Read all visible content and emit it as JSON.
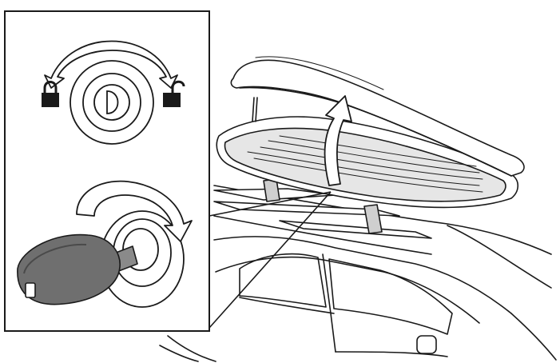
{
  "figure": {
    "inset_panel": {
      "top_detail": {
        "rotation_arrow_icon": "double-headed-arc-arrow",
        "locked_icon": "padlock-closed",
        "unlocked_icon": "padlock-open",
        "lock_cylinder_icon": "lock-cylinder"
      },
      "bottom_detail": {
        "key_icon": "car-key",
        "turn_arrow_icon": "curved-arrow-clockwise"
      }
    },
    "main_scene": {
      "roof_box_icon": "roof-box-open",
      "lid_arrow_icon": "curved-arrow-up",
      "car_icon": "car-roof-outline"
    },
    "colors": {
      "line": "#1a1a1a",
      "arrow_fill": "#ffffff",
      "key_fill": "#6f6f6f",
      "key_dark": "#4a4a4a",
      "panel_border": "#1a1a1a",
      "box_shade": "#e6e6e6"
    }
  }
}
